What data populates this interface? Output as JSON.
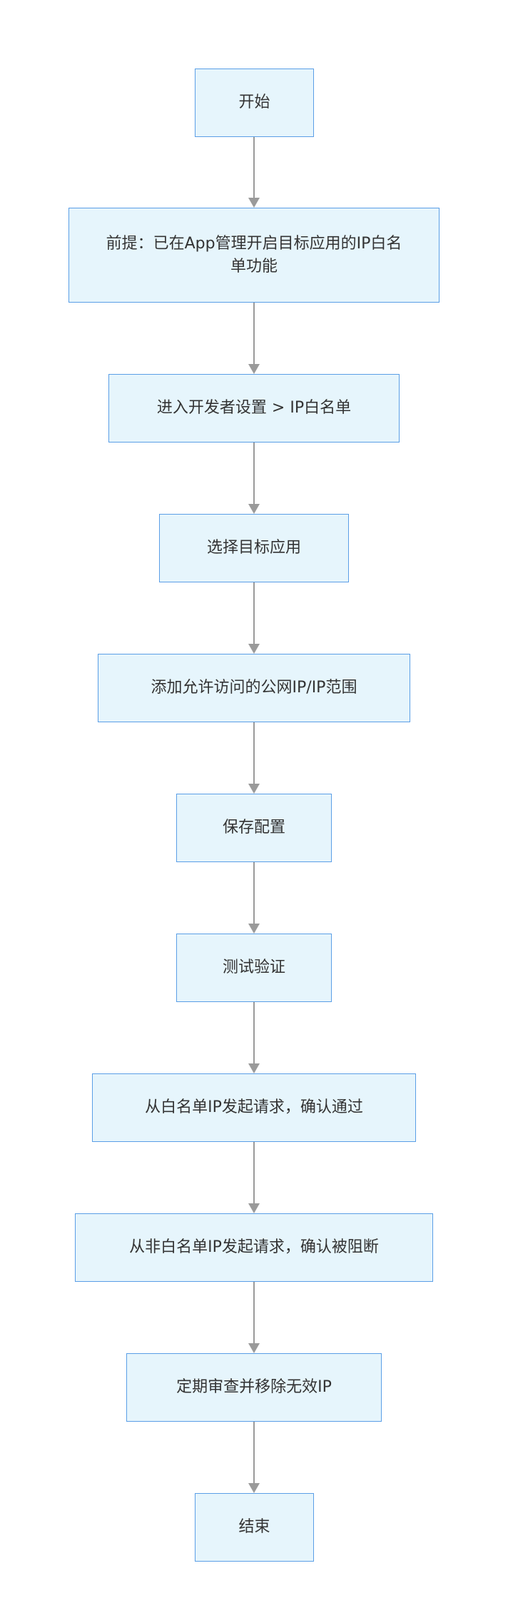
{
  "nodes": [
    {
      "id": "start",
      "label": "开始"
    },
    {
      "id": "prereq",
      "label": "前提：已在App管理开启目标应用的IP白名单功能"
    },
    {
      "id": "enter-settings",
      "label": "进入开发者设置 > IP白名单"
    },
    {
      "id": "select-app",
      "label": "选择目标应用"
    },
    {
      "id": "add-ip",
      "label": "添加允许访问的公网IP/IP范围"
    },
    {
      "id": "save-config",
      "label": "保存配置"
    },
    {
      "id": "test-verify",
      "label": "测试验证"
    },
    {
      "id": "test-allowed",
      "label": "从白名单IP发起请求，确认通过"
    },
    {
      "id": "test-blocked",
      "label": "从非白名单IP发起请求，确认被阻断"
    },
    {
      "id": "review",
      "label": "定期审查并移除无效IP"
    },
    {
      "id": "end",
      "label": "结束"
    }
  ],
  "colors": {
    "node_fill": "#e6f5fc",
    "node_border": "#5a9ee6",
    "arrow": "#9a9a9a",
    "text": "#333333"
  }
}
